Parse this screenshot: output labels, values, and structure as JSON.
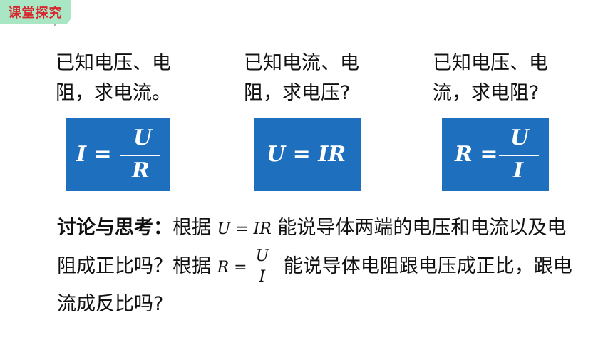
{
  "header": {
    "badge": "课堂探究"
  },
  "questions": [
    {
      "line1": "已知电压、电",
      "line2": "阻，求电流。"
    },
    {
      "line1": "已知电流、电",
      "line2": "阻，求电压?"
    },
    {
      "line1": "已知电压、电",
      "line2": "流，求电阻?"
    }
  ],
  "formulas": {
    "current": {
      "lhs": "I =",
      "num": "U",
      "den": "R"
    },
    "voltage": {
      "text": "U = IR"
    },
    "resistance": {
      "lhs": "R =",
      "num": "U",
      "den": "I"
    }
  },
  "discussion": {
    "label": "讨论与思考：",
    "part1": "根据 ",
    "formula1": "U = IR",
    "part2": " 能说导体两端的电压和电流以及电阻成正比吗？根据 ",
    "formula2_lhs": "R =",
    "formula2_num": "U",
    "formula2_den": "I",
    "part3": " 能说导体电阻跟电压成正比，跟电流成反比吗?"
  },
  "colors": {
    "badge_bg": "#a9e6c3",
    "badge_text": "#d8262e",
    "formula_box": "#1e6fbd"
  }
}
